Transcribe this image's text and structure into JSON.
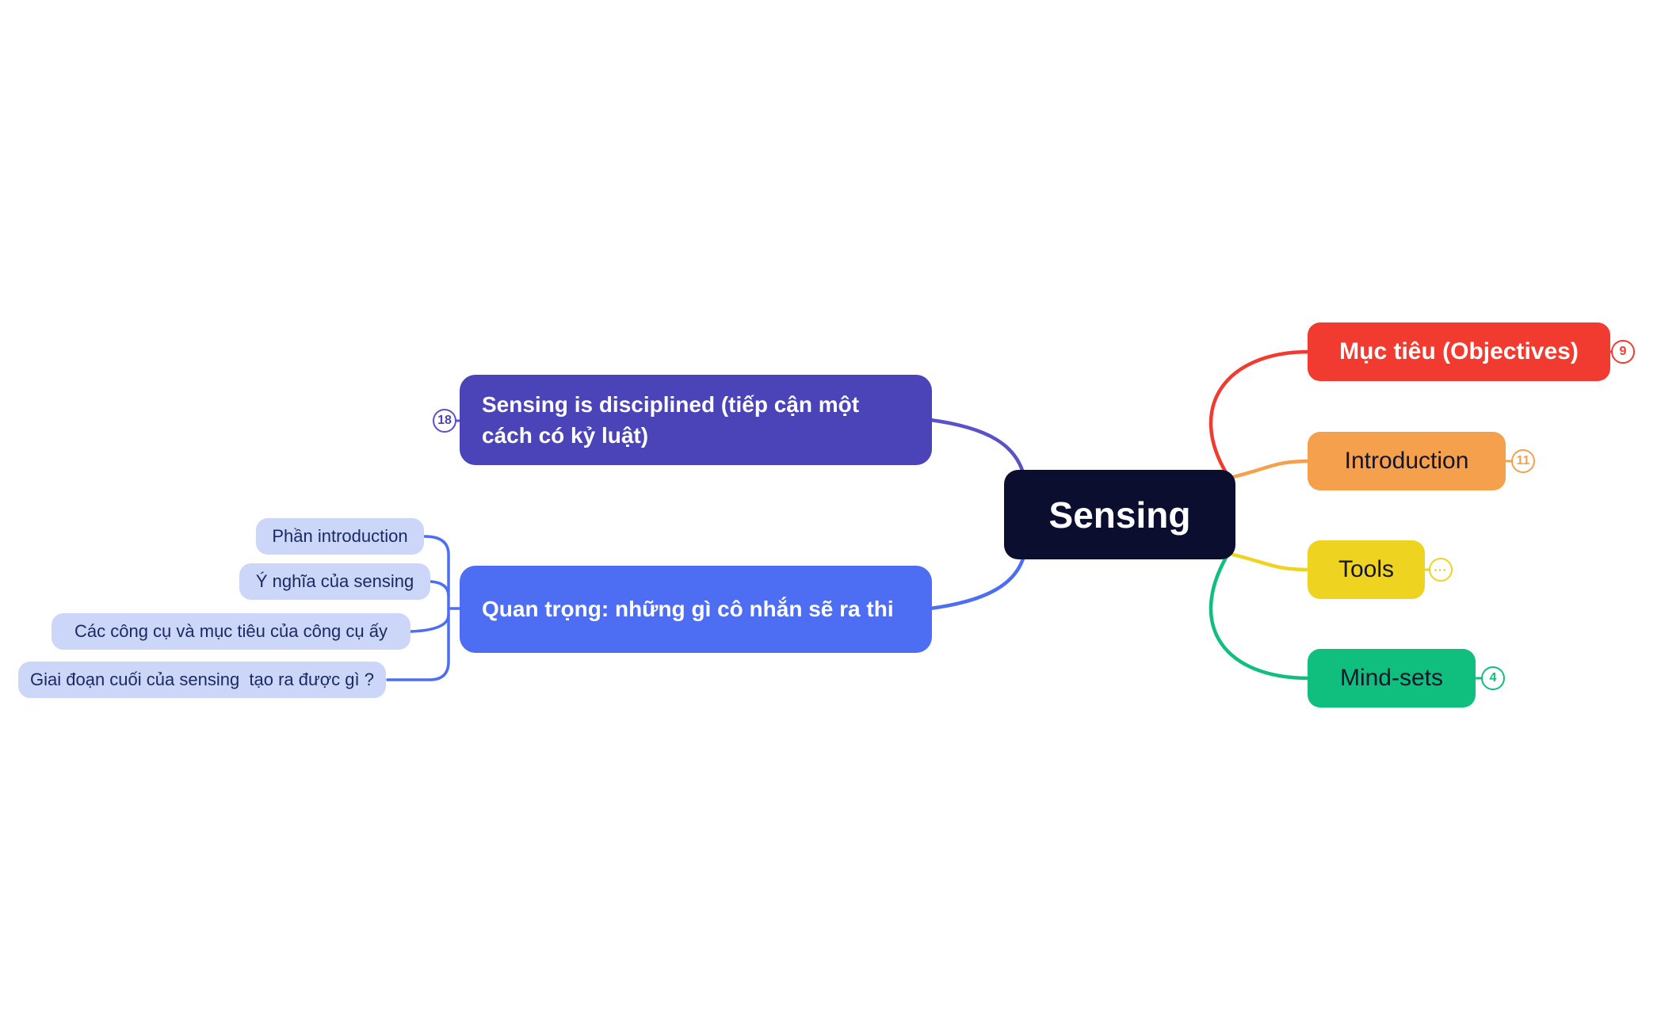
{
  "root": {
    "label": "Sensing",
    "bg": "#0B0E2E",
    "text_color": "#FFFFFF"
  },
  "right_branches": [
    {
      "label": "Mục tiêu (Objectives)",
      "badge": "9",
      "color": "#F23B30",
      "text_color": "#FFFFFF"
    },
    {
      "label": "Introduction",
      "badge": "11",
      "color": "#F5A04C",
      "text_color": "#14142B"
    },
    {
      "label": "Tools",
      "badge": "···",
      "color": "#EED321",
      "text_color": "#14142B"
    },
    {
      "label": "Mind-sets",
      "badge": "4",
      "color": "#10BE7D",
      "text_color": "#14142B"
    }
  ],
  "left_branches": [
    {
      "label": "Sensing is disciplined (tiếp cận một cách có kỷ luật)",
      "badge": "18",
      "color": "#4B43B8",
      "text_color": "#FFFFFF"
    },
    {
      "label": "Quan trọng: những gì cô nhắn sẽ ra thi",
      "color": "#4D6EF2",
      "text_color": "#FFFFFF",
      "children": [
        {
          "label": "Phần introduction"
        },
        {
          "label": "Ý nghĩa của sensing"
        },
        {
          "label": "Các công cụ và mục tiêu của công cụ ấy"
        },
        {
          "label": "Giai đoạn cuối của sensing  tạo ra được gì ?"
        }
      ],
      "child_style": {
        "bg": "#CBD6F8",
        "text_color": "#1C2A63"
      }
    }
  ]
}
